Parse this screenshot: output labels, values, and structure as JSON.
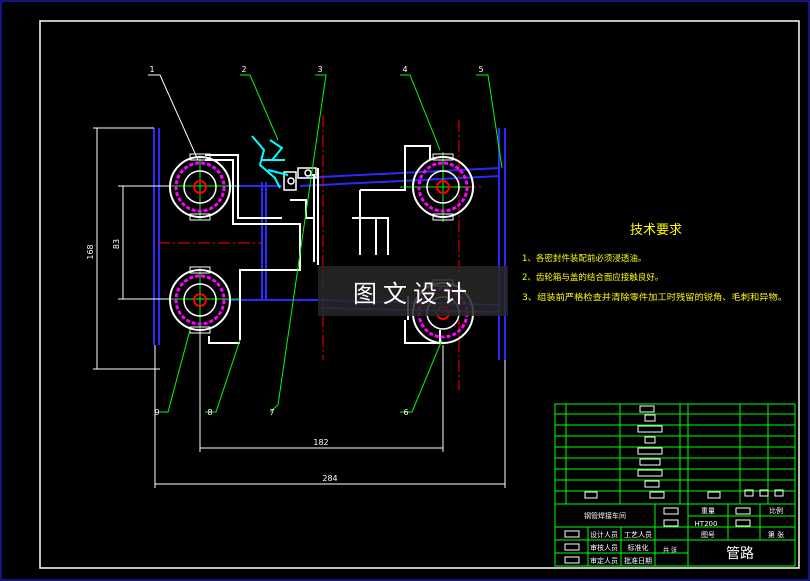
{
  "callouts": [
    "1",
    "2",
    "3",
    "4",
    "5",
    "9",
    "8",
    "7",
    "6"
  ],
  "dimensions": {
    "left_outer": "168",
    "left_inner": "83",
    "bottom_inner": "182",
    "bottom_outer": "284"
  },
  "technical_requirements": {
    "title": "技术要求",
    "items": [
      "1、各密封件装配前必须浸透油。",
      "2、齿轮箱与盖的结合面应接触良好。",
      "3、组装前严格检查并清除零件加工时残留的锐角、毛刺和异物。"
    ]
  },
  "title_block": {
    "material": "HT200",
    "part_name": "管路",
    "design_unit": "钢管焊接车间",
    "labels": {
      "weight": "重量",
      "ratio": "比例",
      "drawing_no": "图号",
      "designer": "设计人员",
      "checker": "审核人员",
      "approver": "审定人员",
      "process": "工艺人员",
      "standard": "标准化",
      "date": "批准日期",
      "sheets": "共 张",
      "sheet": "第 张"
    }
  },
  "watermark": "图文设计",
  "colors": {
    "background": "#000000",
    "outline": "#ffffff",
    "blue": "#2a2aff",
    "magenta": "#ff00ff",
    "red": "#ff0000",
    "green": "#00ff00",
    "yellow": "#ffff00",
    "cyan": "#00ffff"
  }
}
